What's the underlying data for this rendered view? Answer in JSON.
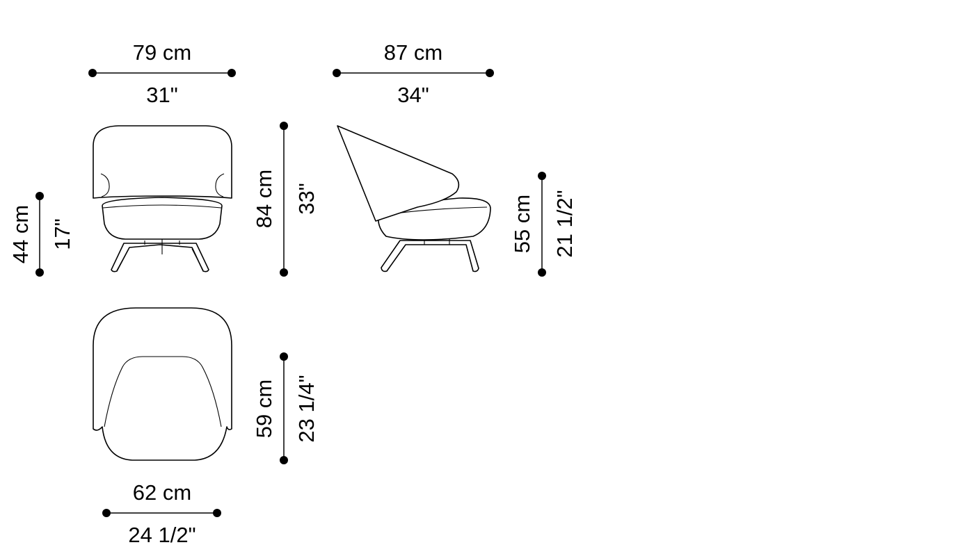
{
  "dimensions": {
    "front_width": {
      "metric": "79 cm",
      "imperial": "31\""
    },
    "side_depth": {
      "metric": "87 cm",
      "imperial": "34\""
    },
    "seat_height": {
      "metric": "44 cm",
      "imperial": "17\""
    },
    "total_height": {
      "metric": "84 cm",
      "imperial": "33\""
    },
    "arm_height": {
      "metric": "55 cm",
      "imperial": "21 1/2\""
    },
    "seat_depth": {
      "metric": "59 cm",
      "imperial": "23 1/4\""
    },
    "seat_width": {
      "metric": "62 cm",
      "imperial": "24 1/2\""
    }
  }
}
